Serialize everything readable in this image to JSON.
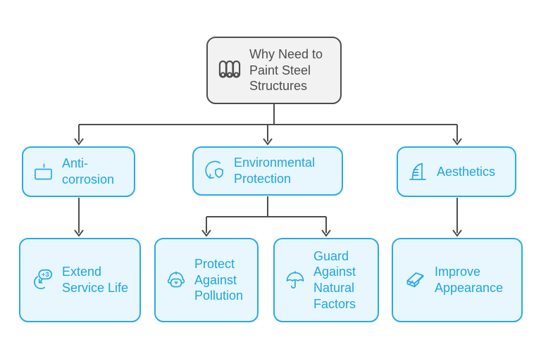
{
  "diagram": {
    "title": "Why Need to Paint Steel Structures flowchart",
    "colors": {
      "accent_border": "#29abe2",
      "accent_fill": "#e8f6fd",
      "accent_text": "#1ea7dd",
      "neutral_border": "#4d4d4d",
      "neutral_fill": "#f2f2f2",
      "neutral_text": "#4d4d4d",
      "connector": "#4d4d4d"
    },
    "nodes": {
      "root": {
        "label": "Why Need to Paint Steel Structures",
        "icon": "steel-structure-columns-icon"
      },
      "anti_corrosion": {
        "label": "Anti-corrosion",
        "icon": "coating-box-icon"
      },
      "environmental_protection": {
        "label": "Environmental Protection",
        "icon": "recycle-shield-icon"
      },
      "aesthetics": {
        "label": "Aesthetics",
        "icon": "modern-building-icon"
      },
      "extend_service_life": {
        "label": "Extend Service Life",
        "icon": "clock-plus-icon",
        "icon_badge": "+3"
      },
      "protect_against_pollution": {
        "label": "Protect Against Pollution",
        "icon": "face-mask-icon"
      },
      "guard_against_natural_factors": {
        "label": "Guard Against Natural Factors",
        "icon": "umbrella-icon"
      },
      "improve_appearance": {
        "label": "Improve Appearance",
        "icon": "eraser-polish-icon"
      }
    },
    "edges": [
      {
        "from": "root",
        "to": "anti_corrosion"
      },
      {
        "from": "root",
        "to": "environmental_protection"
      },
      {
        "from": "root",
        "to": "aesthetics"
      },
      {
        "from": "anti_corrosion",
        "to": "extend_service_life"
      },
      {
        "from": "environmental_protection",
        "to": "protect_against_pollution"
      },
      {
        "from": "environmental_protection",
        "to": "guard_against_natural_factors"
      },
      {
        "from": "aesthetics",
        "to": "improve_appearance"
      }
    ]
  }
}
